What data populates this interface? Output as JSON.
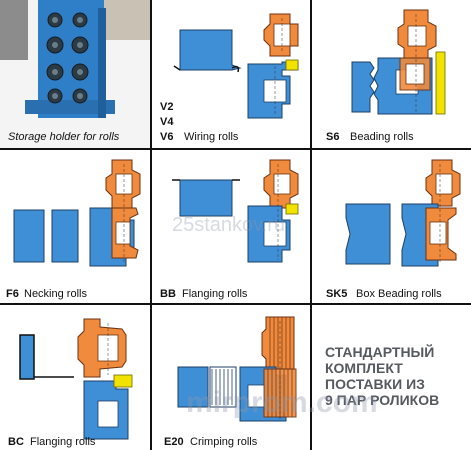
{
  "panels": {
    "storage": {
      "caption": "Storage holder for rolls"
    },
    "wiring": {
      "codes": [
        "V2",
        "V4",
        "V6"
      ],
      "caption": "Wiring rolls"
    },
    "beading": {
      "code": "S6",
      "caption": "Beading rolls"
    },
    "necking": {
      "code": "F6",
      "caption": "Necking rolls"
    },
    "flanging_bb": {
      "code": "BB",
      "caption": "Flanging rolls"
    },
    "box_beading": {
      "code": "SK5",
      "caption": "Box Beading rolls"
    },
    "flanging_bc": {
      "code": "BC",
      "caption": "Flanging rolls"
    },
    "crimping": {
      "code": "E20",
      "caption": "Crimping rolls"
    }
  },
  "promo": {
    "lines": [
      "СТАНДАРТНЫЙ",
      "КОМПЛЕКТ",
      "ПОСТАВКИ ИЗ",
      "9 ПАР РОЛИКОВ"
    ]
  },
  "watermarks": {
    "center": "25stankov.ru",
    "bottom": "mirprom.com"
  },
  "colors": {
    "blue": "#3f8fd6",
    "orange": "#f08a3c",
    "yellow": "#f2e200",
    "grid": "#111111"
  }
}
